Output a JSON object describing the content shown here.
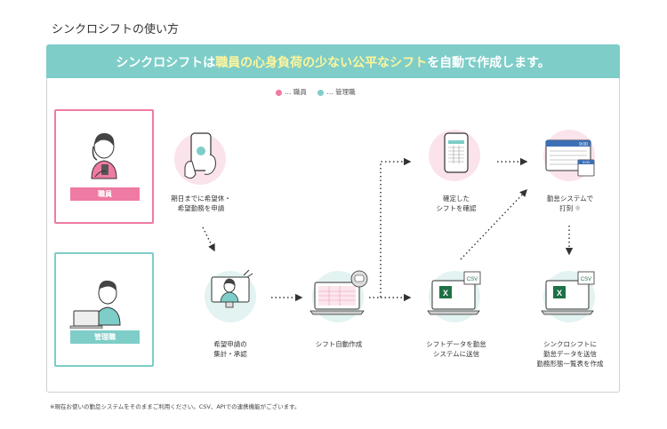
{
  "page_title": "シンクロシフトの使い方",
  "banner": {
    "prefix": "シンクロシフトは",
    "highlight": "職員の心身負荷の少ない公平なシフト",
    "suffix": "を自動で作成します。"
  },
  "legend": {
    "staff": "… 職員",
    "manager": "… 管理職"
  },
  "roles": {
    "staff": "職員",
    "manager": "管理職"
  },
  "steps": {
    "request_line1": "期日までに希望休・",
    "request_line2": "希望勤務を申請",
    "aggregate_line1": "希望申請の",
    "aggregate_line2": "集計・承認",
    "auto_create": "シフト自動作成",
    "confirm_line1": "確定した",
    "confirm_line2": "シフトを確認",
    "send_line1": "シフトデータを勤怠",
    "send_line2": "システムに送信",
    "clock_line1": "勤怠システムで",
    "clock_line2": "打刻",
    "clock_mark": "※",
    "report_line1": "シンクロシフトに",
    "report_line2": "勤怠データを送信",
    "report_line3": "勤務形態一覧表を作成"
  },
  "screen_texts": {
    "clock_time": "9:00",
    "clock_time_small": "9:00",
    "csv1": "CSV",
    "csv2": "CSV",
    "excel1": "X",
    "excel2": "X"
  },
  "footnote": "※現在お使いの勤怠システムをそのままご利用ください。CSV、APIでの連携機能がございます。",
  "colors": {
    "teal": "#7ecdc8",
    "pink": "#ef7aa3",
    "highlight": "#fff59b"
  }
}
